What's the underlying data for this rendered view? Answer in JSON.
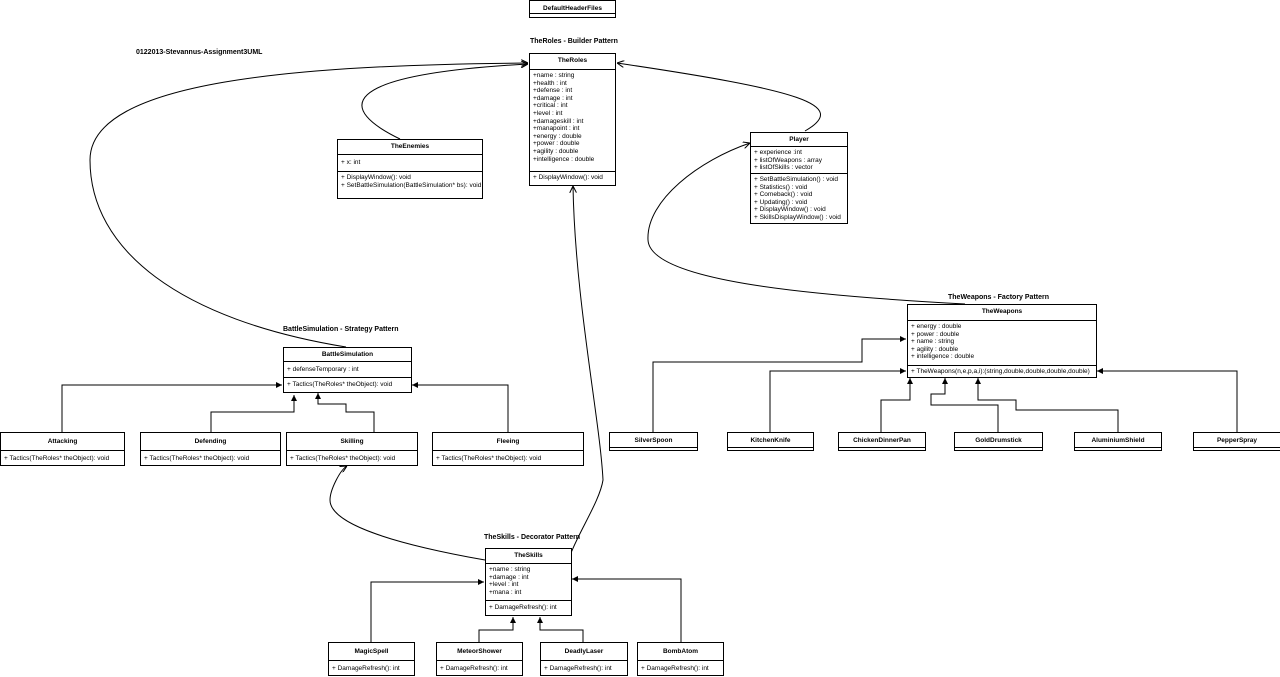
{
  "diagram_title": "0122013-Stevannus-Assignment3UML",
  "default_header_box": "DefaultHeaderFiles",
  "pattern_labels": {
    "roles": "TheRoles - Builder Pattern",
    "battle": "BattleSimulation - Strategy Pattern",
    "weapons": "TheWeapons - Factory Pattern",
    "skills": "TheSkills - Decorator Pattern"
  },
  "classes": {
    "the_roles": {
      "name": "TheRoles",
      "attributes": [
        "+name : string",
        "+health : int",
        "+defense : int",
        "+damage : int",
        "+critical : int",
        "+level : int",
        "+damageskill : int",
        "+manapoint : int",
        "+energy : double",
        "+power : double",
        "+agility : double",
        "+intelligence : double"
      ],
      "methods": [
        "+ DisplayWindow(): void"
      ]
    },
    "the_enemies": {
      "name": "TheEnemies",
      "attributes": [
        "+ x: int"
      ],
      "methods": [
        "+ DisplayWindow(): void",
        "+ SetBattleSimulation(BattleSimulation* bs): void"
      ]
    },
    "player": {
      "name": "Player",
      "attributes": [
        "+ experience :int",
        "+ listOfWeapons : array",
        "+ listOfSkills : vector"
      ],
      "methods": [
        "+ SetBattleSimulation() : void",
        "+ Statistics() : void",
        "+ Comeback() : void",
        "+ Updating() : void",
        "+ DisplayWindow() : void",
        "+ SkillsDisplayWindow() : void"
      ]
    },
    "battle_simulation": {
      "name": "BattleSimulation",
      "attributes": [
        "+ defenseTemporary : int"
      ],
      "methods": [
        "+ Tactics(TheRoles* theObject): void"
      ]
    },
    "attacking": {
      "name": "Attacking",
      "methods": [
        "+ Tactics(TheRoles* theObject): void"
      ]
    },
    "defending": {
      "name": "Defending",
      "methods": [
        "+ Tactics(TheRoles* theObject): void"
      ]
    },
    "skilling": {
      "name": "Skilling",
      "methods": [
        "+ Tactics(TheRoles* theObject): void"
      ]
    },
    "fleeing": {
      "name": "Fleeing",
      "methods": [
        "+ Tactics(TheRoles* theObject): void"
      ]
    },
    "the_weapons": {
      "name": "TheWeapons",
      "attributes": [
        "+ energy : double",
        "+ power : double",
        "+ name : string",
        "+ agility : double",
        "+ intelligence : double"
      ],
      "methods": [
        "+ TheWeapons(n,e,p,a,i):(string,double,double,double,double)"
      ]
    },
    "silver_spoon": {
      "name": "SilverSpoon"
    },
    "kitchen_knife": {
      "name": "KitchenKnife"
    },
    "chicken_dinner_pan": {
      "name": "ChickenDinnerPan"
    },
    "gold_drumstick": {
      "name": "GoldDrumstick"
    },
    "aluminium_shield": {
      "name": "AluminiumShield"
    },
    "pepper_spray": {
      "name": "PepperSpray"
    },
    "the_skills": {
      "name": "TheSkills",
      "attributes": [
        "+name : string",
        "+damage : int",
        "+level : int",
        "+mana : int"
      ],
      "methods": [
        "+ DamageRefresh(): int"
      ]
    },
    "magic_spell": {
      "name": "MagicSpell",
      "methods": [
        "+ DamageRefresh(): int"
      ]
    },
    "meteor_shower": {
      "name": "MeteorShower",
      "methods": [
        "+ DamageRefresh(): int"
      ]
    },
    "deadly_laser": {
      "name": "DeadlyLaser",
      "methods": [
        "+ DamageRefresh(): int"
      ]
    },
    "bomb_atom": {
      "name": "BombAtom",
      "methods": [
        "+ DamageRefresh(): int"
      ]
    }
  }
}
